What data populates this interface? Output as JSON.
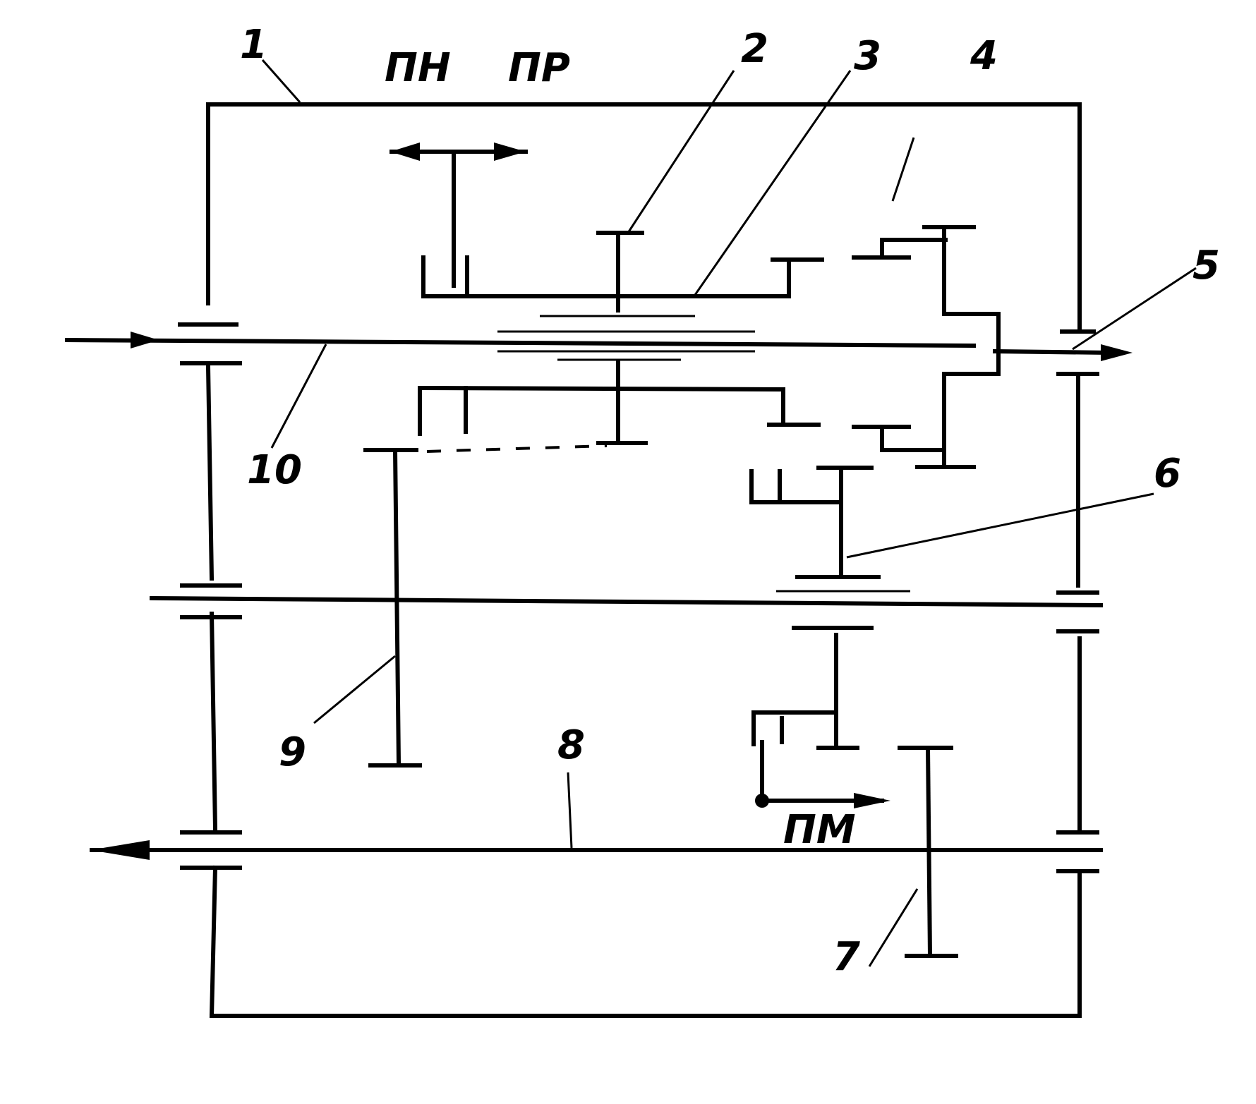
{
  "diagram": {
    "labels": {
      "n1": "1",
      "n2": "2",
      "n3": "3",
      "n4": "4",
      "n5": "5",
      "n6": "6",
      "n7": "7",
      "n8": "8",
      "n9": "9",
      "n10": "10",
      "pn": "ПН",
      "pr": "ПР",
      "pm": "ПМ"
    }
  }
}
